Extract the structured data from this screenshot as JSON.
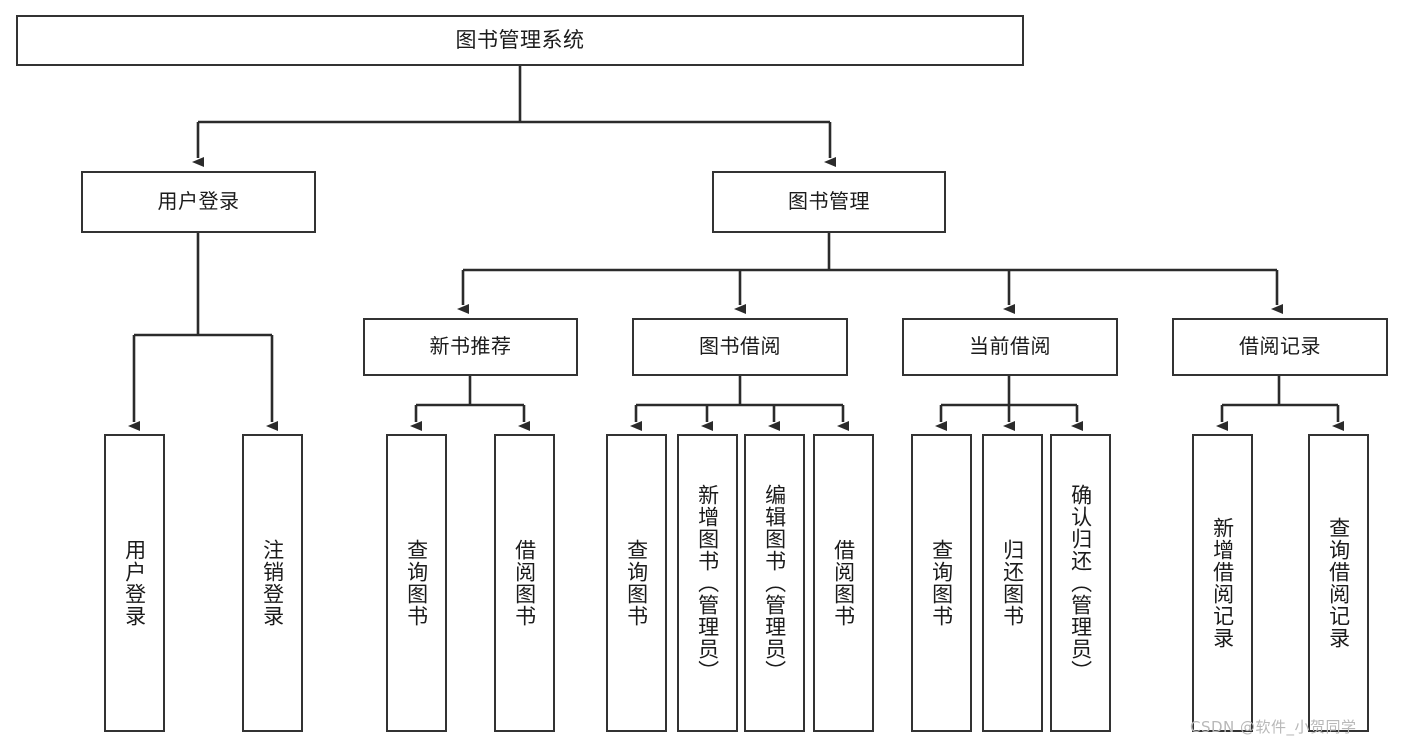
{
  "diagram": {
    "type": "tree-hierarchy",
    "title": "图书管理系统",
    "root": {
      "label": "图书管理系统"
    },
    "level2": [
      {
        "label": "用户登录"
      },
      {
        "label": "图书管理"
      }
    ],
    "level3": [
      {
        "label": "新书推荐"
      },
      {
        "label": "图书借阅"
      },
      {
        "label": "当前借阅"
      },
      {
        "label": "借阅记录"
      }
    ],
    "leaves": {
      "user_login": [
        {
          "label": "用户登录"
        },
        {
          "label": "注销登录"
        }
      ],
      "new_book_recommend": [
        {
          "label": "查询图书"
        },
        {
          "label": "借阅图书"
        }
      ],
      "book_borrow": [
        {
          "label": "查询图书"
        },
        {
          "label": "新增图书（管理员）"
        },
        {
          "label": "编辑图书（管理员）"
        },
        {
          "label": "借阅图书"
        }
      ],
      "current_borrow": [
        {
          "label": "查询图书"
        },
        {
          "label": "归还图书"
        },
        {
          "label": "确认归还（管理员）"
        }
      ],
      "borrow_record": [
        {
          "label": "新增借阅记录"
        },
        {
          "label": "查询借阅记录"
        }
      ]
    }
  },
  "watermark": {
    "text": "CSDN @软件_小贺同学"
  },
  "colors": {
    "box_border": "#333333",
    "box_fill": "#ffffff",
    "connector": "#2b2b2b",
    "text": "#1b1b1b",
    "watermark": "#b8b8b8"
  }
}
